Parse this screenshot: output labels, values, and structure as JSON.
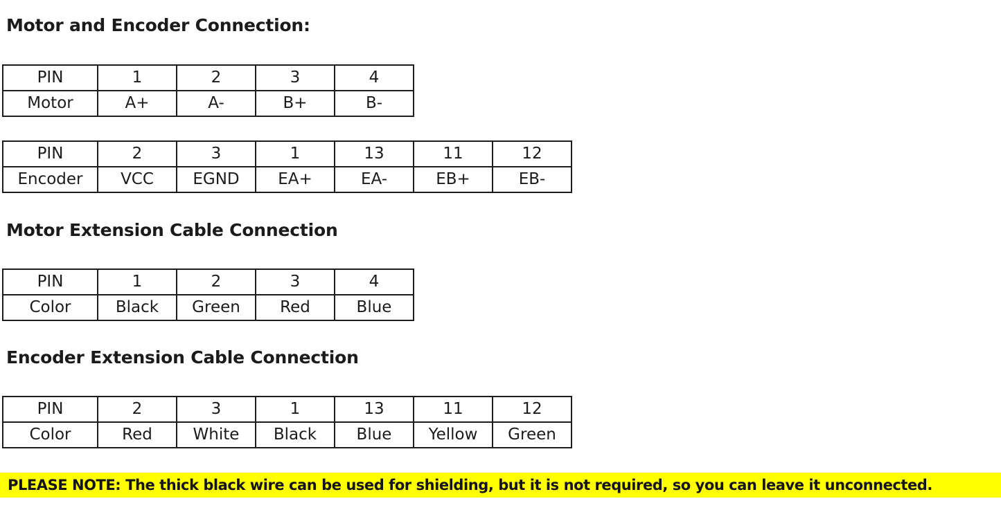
{
  "document": {
    "background_color": "#ffffff",
    "text_color": "#1b1b1b",
    "border_color": "#1c1c1c"
  },
  "sections": {
    "motor_encoder": {
      "heading": "Motor and Encoder Connection:"
    },
    "motor_extension": {
      "heading": "Motor Extension Cable Connection"
    },
    "encoder_extension": {
      "heading": "Encoder Extension Cable Connection"
    }
  },
  "tables": {
    "motor": {
      "rows": [
        [
          "PIN",
          "1",
          "2",
          "3",
          "4"
        ],
        [
          "Motor",
          "A+",
          "A-",
          "B+",
          "B-"
        ]
      ]
    },
    "encoder": {
      "rows": [
        [
          "PIN",
          "2",
          "3",
          "1",
          "13",
          "11",
          "12"
        ],
        [
          "Encoder",
          "VCC",
          "EGND",
          "EA+",
          "EA-",
          "EB+",
          "EB-"
        ]
      ]
    },
    "motor_extension": {
      "rows": [
        [
          "PIN",
          "1",
          "2",
          "3",
          "4"
        ],
        [
          "Color",
          "Black",
          "Green",
          "Red",
          "Blue"
        ]
      ]
    },
    "encoder_extension": {
      "rows": [
        [
          "PIN",
          "2",
          "3",
          "1",
          "13",
          "11",
          "12"
        ],
        [
          "Color",
          "Red",
          "White",
          "Black",
          "Blue",
          "Yellow",
          "Green"
        ]
      ]
    }
  },
  "note": {
    "text": "PLEASE NOTE: The thick black wire can be used for shielding, but it is not required, so you can leave it unconnected.",
    "highlight_color": "#ffff00",
    "text_color": "#141414"
  }
}
